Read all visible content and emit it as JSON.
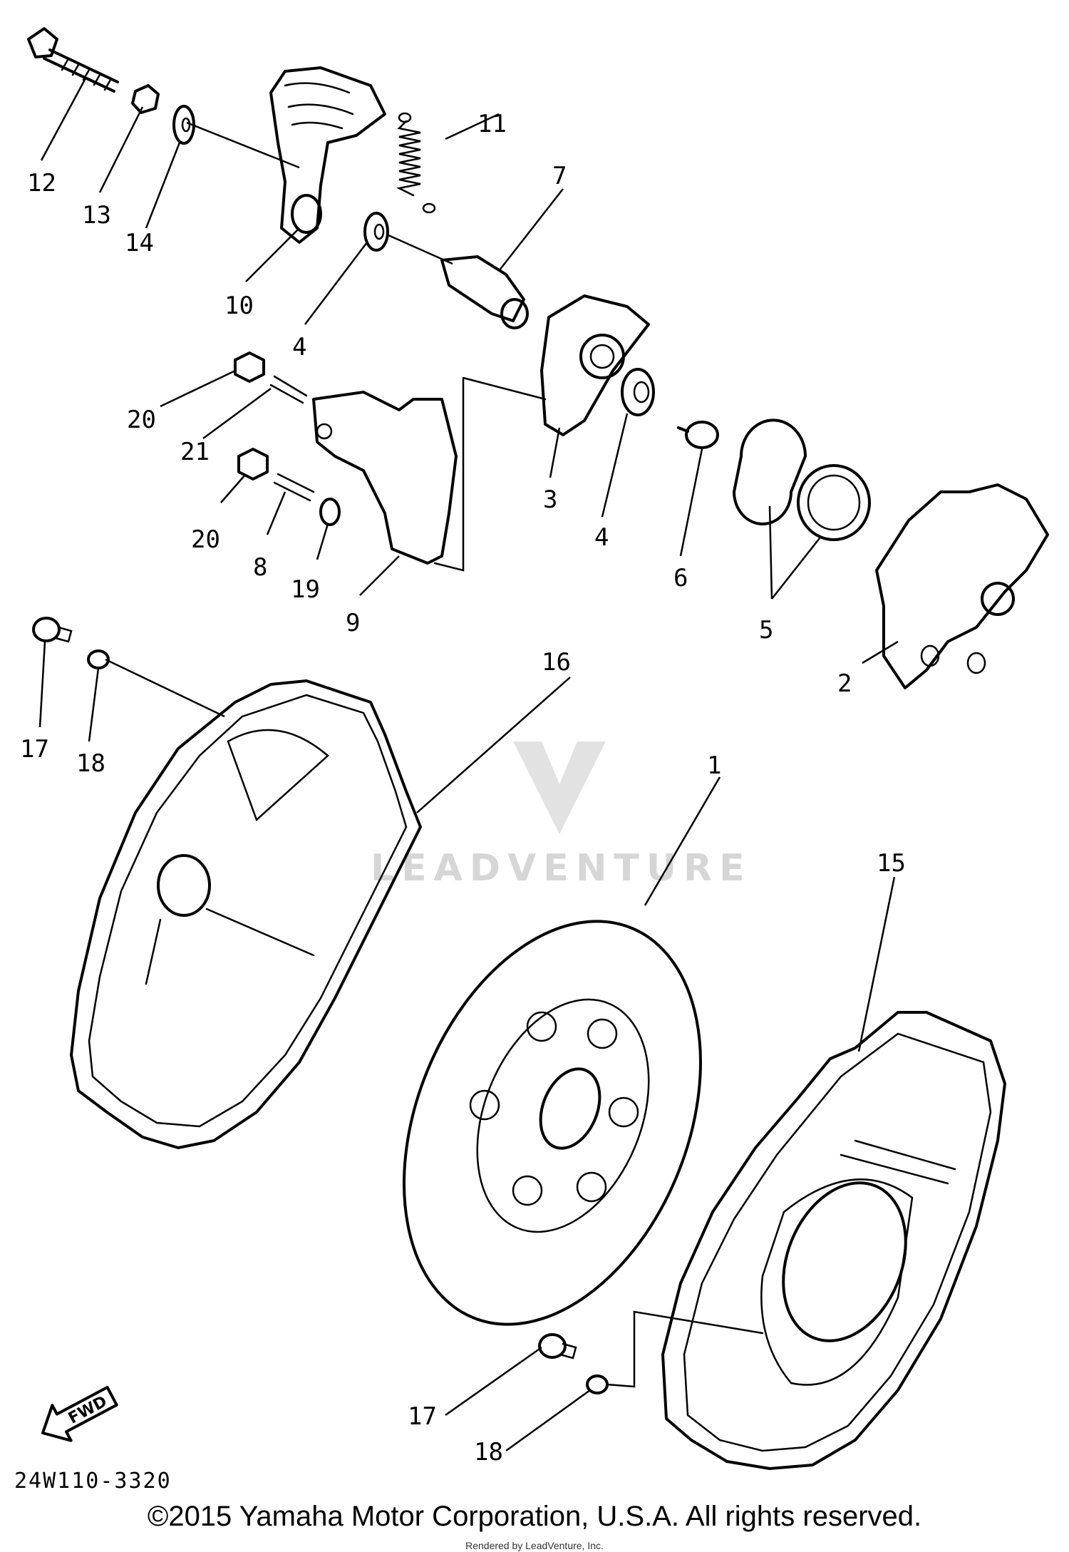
{
  "diagram": {
    "callouts": {
      "c1": "1",
      "c2": "2",
      "c3": "3",
      "c4a": "4",
      "c4b": "4",
      "c5": "5",
      "c6": "6",
      "c7": "7",
      "c8": "8",
      "c9": "9",
      "c10": "10",
      "c11": "11",
      "c12": "12",
      "c13": "13",
      "c14": "14",
      "c15": "15",
      "c16": "16",
      "c17a": "17",
      "c17b": "17",
      "c18a": "18",
      "c18b": "18",
      "c19": "19",
      "c20a": "20",
      "c20b": "20",
      "c21": "21"
    },
    "fwd_label": "FWD",
    "drawing_code": "24W110-3320",
    "watermark": "LEADVENTURE"
  },
  "footer": {
    "copyright": "©2015 Yamaha Motor Corporation, U.S.A. All rights reserved.",
    "credit": "Rendered by LeadVenture, Inc."
  }
}
